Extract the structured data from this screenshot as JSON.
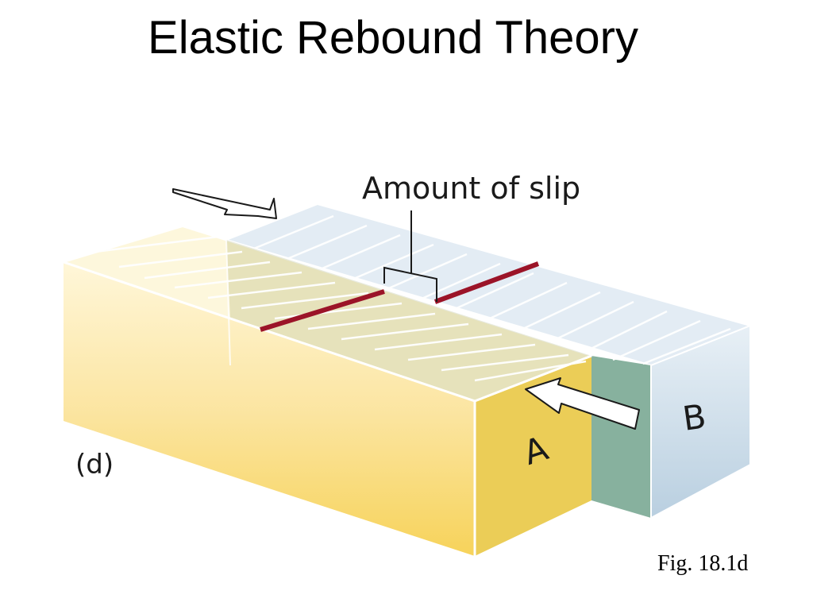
{
  "slide": {
    "title": "Elastic Rebound Theory"
  },
  "diagram": {
    "slip_label": "Amount of slip",
    "panel_label": "(d)",
    "block_a_label": "A",
    "block_b_label": "B",
    "colors": {
      "block_a": "#f6cf4c",
      "block_b": "#c9dbe8",
      "fault_zone": "#8e9a5a",
      "fault_face": "#6f9e8a",
      "offset_line": "#9b1428"
    }
  },
  "caption": "Fig. 18.1d"
}
